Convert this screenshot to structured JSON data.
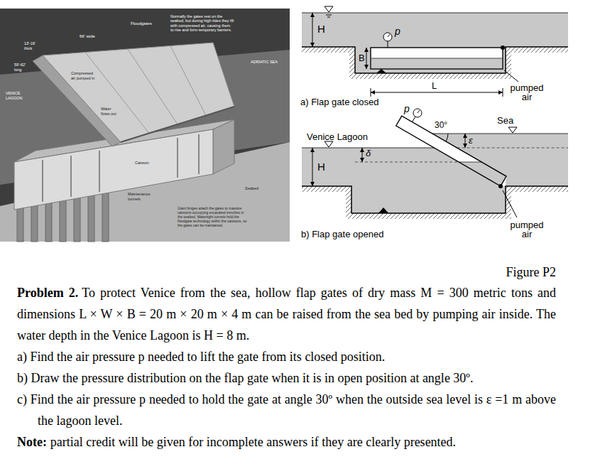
{
  "diagram": {
    "caption": "Figure P2",
    "labels": [
      "Floodgates",
      "Normally the gates rest on the seabed, but during high tides they fill with compressed air, causing them to rise and form temporary barriers.",
      "66' wide",
      "13'-16' thick",
      "59'-62' long",
      "ADRIATIC SEA",
      "VENICE LAGOON",
      "Compressed air pumped in",
      "Water flows out",
      "Caisson",
      "Maintenance tunnels",
      "Seabed",
      "Giant hinges attach the gates to massive caissons occupying excavated trenches in the seabed. Watertight tunnels hold the floodgate technology within the caissons, so the gates can be maintained.",
      "H",
      "p",
      "B",
      "L",
      "pumped air",
      "a) Flap gate closed",
      "Sea",
      "Venice Lagoon",
      "p",
      "30°",
      "ε",
      "δ",
      "H",
      "pumped air",
      "b) Flap gate opened",
      "Problem 2.",
      "To protect Venice from the sea, hollow flap gates of dry mass M = 300 metric tons and dimensions L × W × B = 20 m × 20 m × 4 m can be raised from the sea bed by pumping air inside. The water depth in the Venice Lagoon is H = 8 m.",
      "a) Find the air pressure p needed to lift the gate from its closed position.",
      "b) Draw the pressure distribution on the flap gate when it is in open position at angle 30º.",
      "c) Find the air pressure p needed to hold the gate at angle 30º when the outside sea level is ε =1 m above the lagoon level.",
      "Note:",
      "partial credit will be given for incomplete answers if they are clearly presented."
    ]
  }
}
